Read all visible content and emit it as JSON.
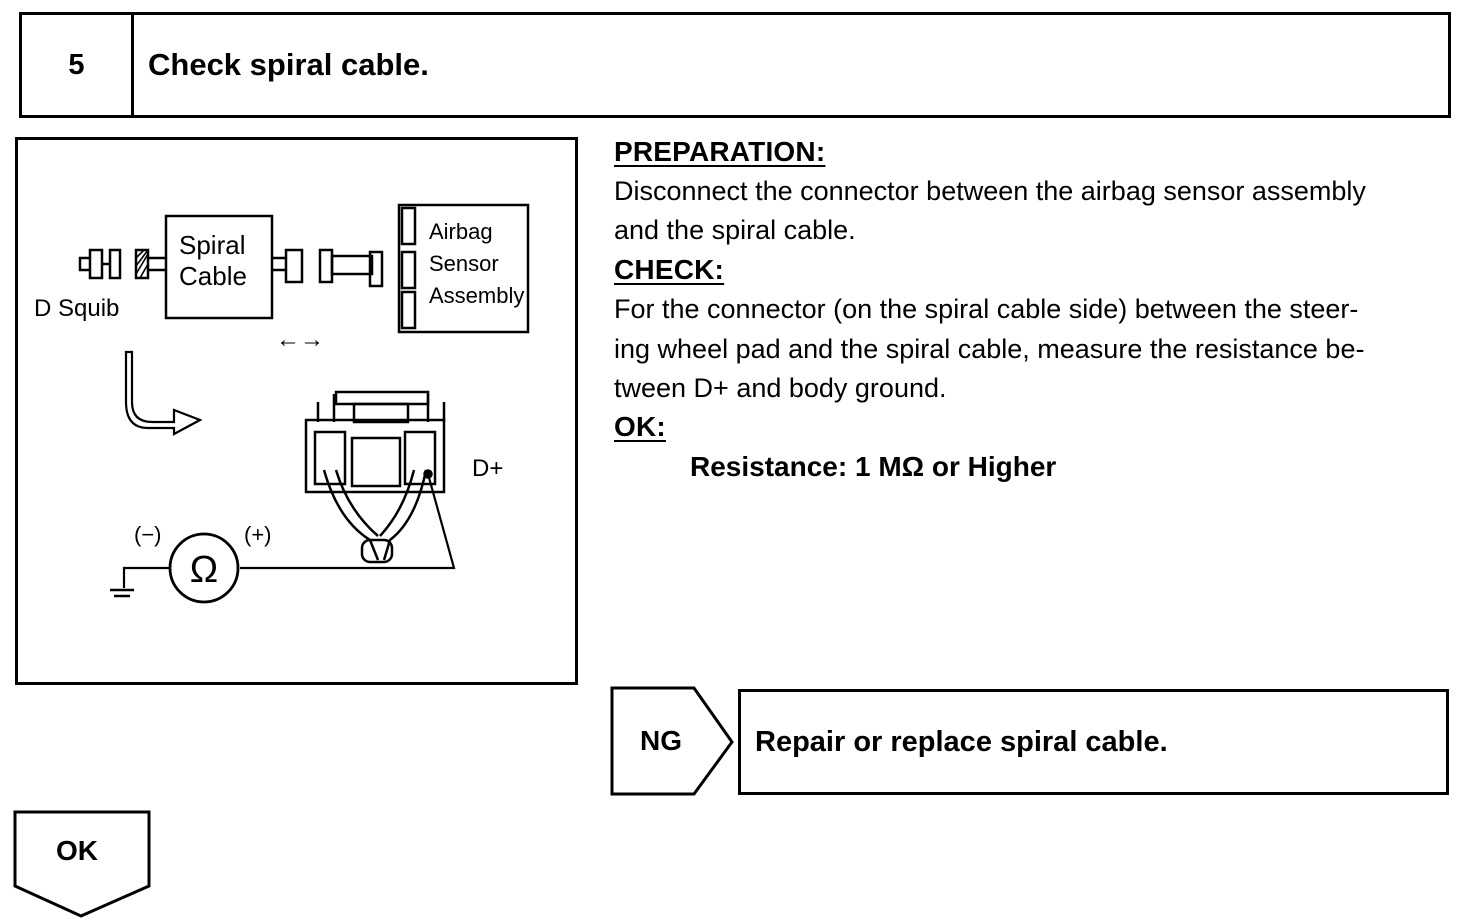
{
  "step": {
    "number": "5",
    "title": "Check spiral cable."
  },
  "diagram": {
    "spiral_cable_line1": "Spiral",
    "spiral_cable_line2": "Cable",
    "d_squib": "D Squib",
    "sensor_line1": "Airbag",
    "sensor_line2": "Sensor",
    "sensor_line3": "Assembly",
    "d_plus": "D+",
    "minus": "(−)",
    "plus": "(+)",
    "ohm": "Ω",
    "arrows": "←→"
  },
  "preparation": {
    "heading": "PREPARATION:",
    "lines": [
      "Disconnect the connector between the airbag sensor assembly",
      "and the spiral cable."
    ]
  },
  "check": {
    "heading": "CHECK:",
    "lines": [
      "For the connector (on the spiral cable side) between the steer-",
      "ing wheel pad and the spiral cable, measure the resistance be-",
      "tween D+ and body ground."
    ]
  },
  "ok_spec": {
    "heading": "OK:",
    "resistance": "Resistance:  1 MΩ or Higher"
  },
  "ng": {
    "label": "NG",
    "action": "Repair or replace spiral cable."
  },
  "ok_flow": {
    "label": "OK"
  }
}
